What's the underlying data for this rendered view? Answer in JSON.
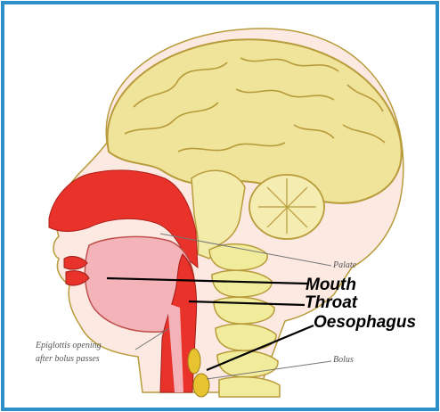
{
  "colors": {
    "frame": "#2f8fc8",
    "brain": "#efe49a",
    "brain_outline": "#b89b3a",
    "tissue_red": "#e8322a",
    "tissue_pink": "#f4b3b8",
    "bone": "#f1ec9c",
    "bolus": "#e7c32f",
    "label_line": "#000000"
  },
  "labels": {
    "mouth": "Mouth",
    "throat": "Throat",
    "oesophagus": "Oesophagus",
    "palate": "Palate",
    "epiglottis_line1": "Epiglottis opening",
    "epiglottis_line2": "after bolus passes",
    "bolus": "Bolus"
  },
  "icons": [
    "brain-illustration",
    "cerebellum-illustration",
    "spine-illustration",
    "head-outline-illustration"
  ]
}
